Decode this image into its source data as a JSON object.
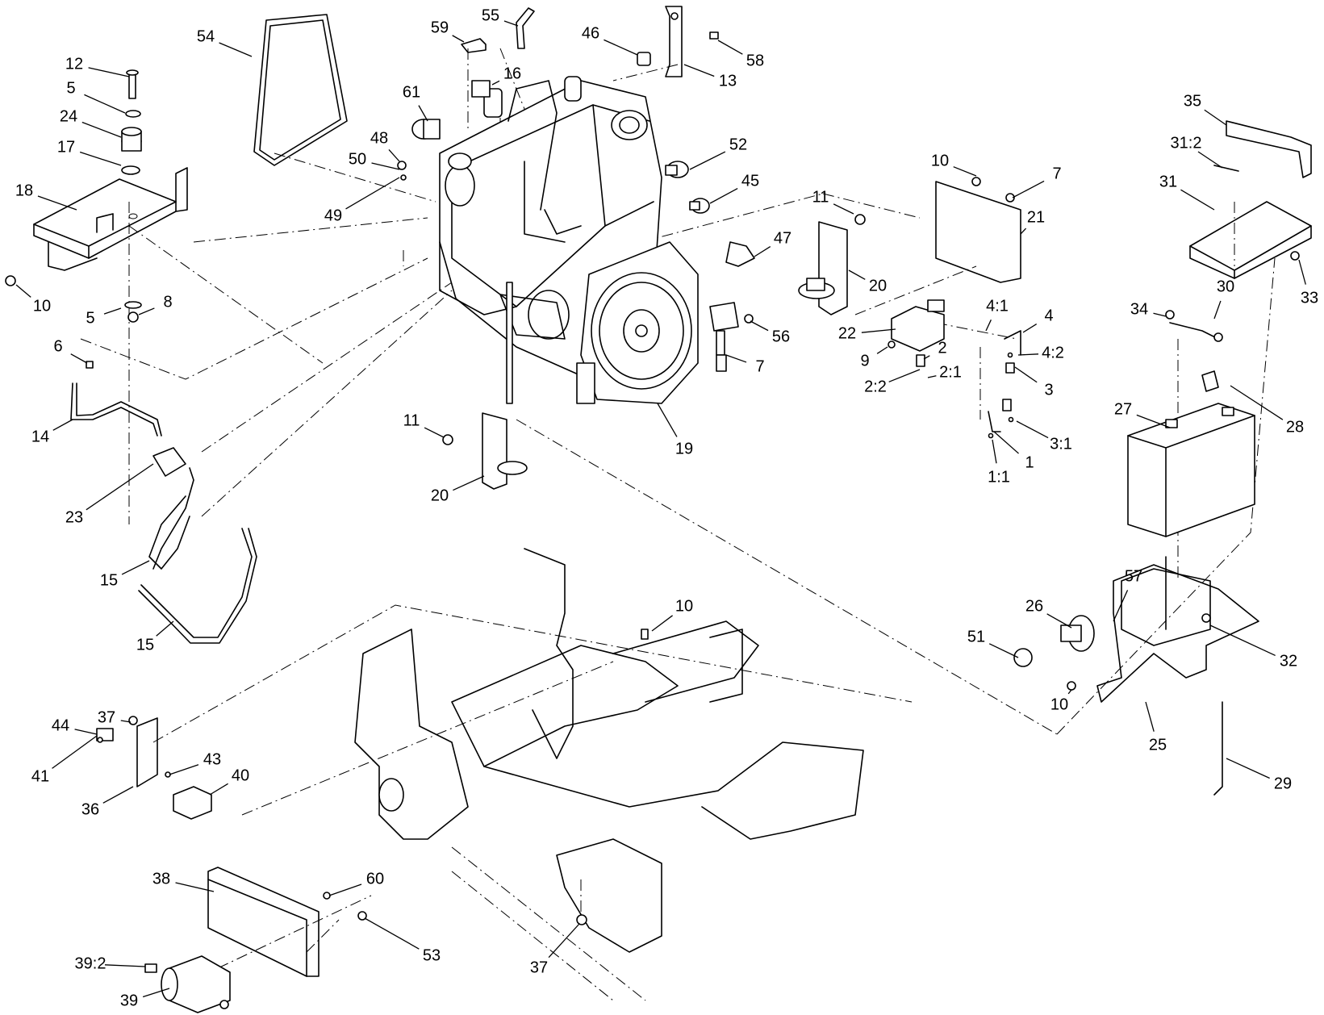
{
  "callouts": [
    {
      "id": "c-12",
      "label": "12"
    },
    {
      "id": "c-5a",
      "label": "5"
    },
    {
      "id": "c-24",
      "label": "24"
    },
    {
      "id": "c-17",
      "label": "17"
    },
    {
      "id": "c-18",
      "label": "18"
    },
    {
      "id": "c-10a",
      "label": "10"
    },
    {
      "id": "c-5b",
      "label": "5"
    },
    {
      "id": "c-8",
      "label": "8"
    },
    {
      "id": "c-54",
      "label": "54"
    },
    {
      "id": "c-59",
      "label": "59"
    },
    {
      "id": "c-55",
      "label": "55"
    },
    {
      "id": "c-46",
      "label": "46"
    },
    {
      "id": "c-58",
      "label": "58"
    },
    {
      "id": "c-13",
      "label": "13"
    },
    {
      "id": "c-16",
      "label": "16"
    },
    {
      "id": "c-61",
      "label": "61"
    },
    {
      "id": "c-48",
      "label": "48"
    },
    {
      "id": "c-50",
      "label": "50"
    },
    {
      "id": "c-49",
      "label": "49"
    },
    {
      "id": "c-52",
      "label": "52"
    },
    {
      "id": "c-45",
      "label": "45"
    },
    {
      "id": "c-47",
      "label": "47"
    },
    {
      "id": "c-11a",
      "label": "11"
    },
    {
      "id": "c-20a",
      "label": "20"
    },
    {
      "id": "c-10b",
      "label": "10"
    },
    {
      "id": "c-7a",
      "label": "7"
    },
    {
      "id": "c-21",
      "label": "21"
    },
    {
      "id": "c-22",
      "label": "22"
    },
    {
      "id": "c-9",
      "label": "9"
    },
    {
      "id": "c-2",
      "label": "2"
    },
    {
      "id": "c-2-2",
      "label": "2:2"
    },
    {
      "id": "c-2-1",
      "label": "2:1"
    },
    {
      "id": "c-4-1",
      "label": "4:1"
    },
    {
      "id": "c-4",
      "label": "4"
    },
    {
      "id": "c-4-2",
      "label": "4:2"
    },
    {
      "id": "c-3",
      "label": "3"
    },
    {
      "id": "c-3-1",
      "label": "3:1"
    },
    {
      "id": "c-1",
      "label": "1"
    },
    {
      "id": "c-1-1",
      "label": "1:1"
    },
    {
      "id": "c-56",
      "label": "56"
    },
    {
      "id": "c-7b",
      "label": "7"
    },
    {
      "id": "c-19",
      "label": "19"
    },
    {
      "id": "c-11b",
      "label": "11"
    },
    {
      "id": "c-20b",
      "label": "20"
    },
    {
      "id": "c-6",
      "label": "6"
    },
    {
      "id": "c-14",
      "label": "14"
    },
    {
      "id": "c-23",
      "label": "23"
    },
    {
      "id": "c-15a",
      "label": "15"
    },
    {
      "id": "c-15b",
      "label": "15"
    },
    {
      "id": "c-35",
      "label": "35"
    },
    {
      "id": "c-31-2",
      "label": "31:2"
    },
    {
      "id": "c-31",
      "label": "31"
    },
    {
      "id": "c-33",
      "label": "33"
    },
    {
      "id": "c-34",
      "label": "34"
    },
    {
      "id": "c-30",
      "label": "30"
    },
    {
      "id": "c-28",
      "label": "28"
    },
    {
      "id": "c-27",
      "label": "27"
    },
    {
      "id": "c-57",
      "label": "57"
    },
    {
      "id": "c-26",
      "label": "26"
    },
    {
      "id": "c-51",
      "label": "51"
    },
    {
      "id": "c-10c",
      "label": "10"
    },
    {
      "id": "c-32",
      "label": "32"
    },
    {
      "id": "c-25",
      "label": "25"
    },
    {
      "id": "c-29",
      "label": "29"
    },
    {
      "id": "c-10d",
      "label": "10"
    },
    {
      "id": "c-37a",
      "label": "37"
    },
    {
      "id": "c-44",
      "label": "44"
    },
    {
      "id": "c-41",
      "label": "41"
    },
    {
      "id": "c-43",
      "label": "43"
    },
    {
      "id": "c-40",
      "label": "40"
    },
    {
      "id": "c-36",
      "label": "36"
    },
    {
      "id": "c-38",
      "label": "38"
    },
    {
      "id": "c-60",
      "label": "60"
    },
    {
      "id": "c-53",
      "label": "53"
    },
    {
      "id": "c-39-2",
      "label": "39:2"
    },
    {
      "id": "c-39",
      "label": "39"
    },
    {
      "id": "c-37b",
      "label": "37"
    }
  ]
}
